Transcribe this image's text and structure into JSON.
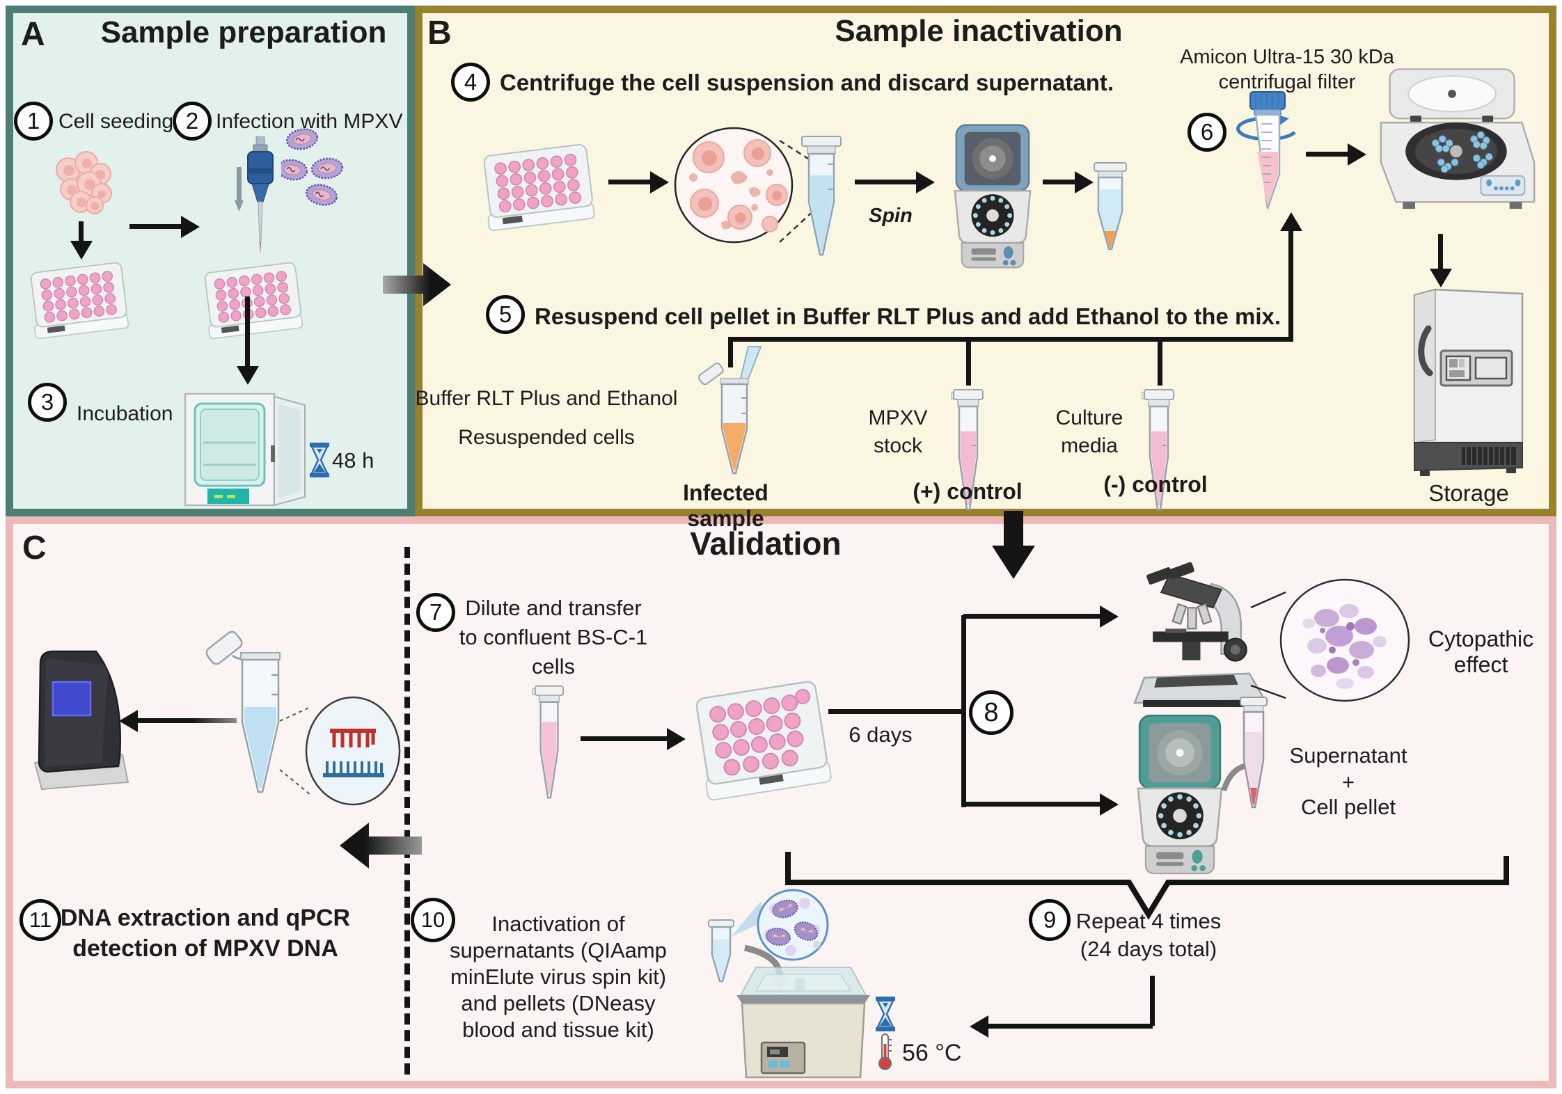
{
  "colors": {
    "panel_a_border": "#4b7e74",
    "panel_a_bg": "#e3f1ec",
    "panel_b_border": "#97802e",
    "panel_b_bg": "#faf6e2",
    "panel_c_border": "#edb8b8",
    "panel_c_bg": "#fcf4f2",
    "arrow_black": "#141414",
    "accent_blue": "#3a7bbf",
    "well_pink": "#f0a2c8",
    "incubator_teal": "#1fb5a8"
  },
  "icons": {
    "hourglass": "hourglass shape (blue)",
    "thermometer": "thermometer shape (red)",
    "circular_arrow": "rotation arrow (blue)"
  },
  "panel_a": {
    "label": "A",
    "title": "Sample preparation",
    "step1": {
      "num": "1",
      "label": "Cell seeding"
    },
    "step2": {
      "num": "2",
      "label": "Infection with MPXV"
    },
    "step3": {
      "num": "3",
      "label": "Incubation"
    },
    "incubation_time": "48 h"
  },
  "panel_b": {
    "label": "B",
    "title": "Sample inactivation",
    "step4": {
      "num": "4",
      "label": "Centrifuge the cell suspension and discard supernatant."
    },
    "step5": {
      "num": "5",
      "label": "Resuspend cell pellet in Buffer RLT Plus and add Ethanol to the mix."
    },
    "step6": {
      "num": "6"
    },
    "spin": "Spin",
    "amicon_line1": "Amicon Ultra-15 30 kDa",
    "amicon_line2": "centrifugal filter",
    "buffer_label": "Buffer RLT Plus and Ethanol",
    "resuspended_label": "Resuspended cells",
    "infected_sample": "Infected sample",
    "mpxv_stock_line1": "MPXV",
    "mpxv_stock_line2": "stock",
    "plus_control": "(+) control",
    "culture_line1": "Culture",
    "culture_line2": "media",
    "minus_control": "(-) control",
    "storage": "Storage"
  },
  "panel_c": {
    "label": "C",
    "title": "Validation",
    "step7": {
      "num": "7",
      "line1": "Dilute and transfer",
      "line2": "to confluent BS-C-1",
      "line3": "cells"
    },
    "step8": {
      "num": "8"
    },
    "step9": {
      "num": "9",
      "line1": "Repeat 4 times",
      "line2": "(24 days total)"
    },
    "step10": {
      "num": "10",
      "line1": "Inactivation of",
      "line2": "supernatants (QIAamp",
      "line3": "minElute virus spin kit)",
      "line4": "and pellets (DNeasy",
      "line5": "blood and tissue kit)"
    },
    "step11": {
      "num": "11",
      "line1": "DNA extraction and qPCR",
      "line2": "detection of MPXV DNA"
    },
    "six_days": "6 days",
    "cytopathic_effect": "Cytopathic effect",
    "supernatant": "Supernatant",
    "plus_sign": "+",
    "cell_pellet": "Cell pellet",
    "temperature": "56 °C"
  }
}
